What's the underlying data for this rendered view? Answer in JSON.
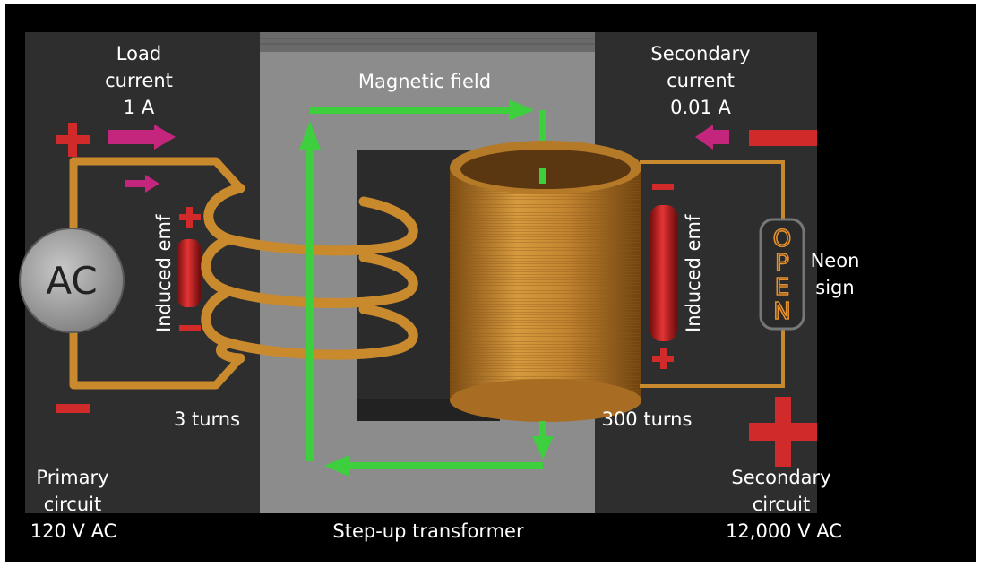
{
  "labels": {
    "load_current": [
      "Load",
      "current",
      "1 A"
    ],
    "secondary_current": [
      "Secondary",
      "current",
      "0.01 A"
    ],
    "magnetic_field": "Magnetic field",
    "ac": "AC",
    "induced_emf_left": "Induced emf",
    "induced_emf_right": "Induced emf",
    "neon_sign": [
      "Neon",
      "sign"
    ],
    "open_sign": [
      "O",
      "P",
      "E",
      "N"
    ],
    "primary_turns": "3 turns",
    "secondary_turns": "300 turns",
    "primary_circuit": [
      "Primary",
      "circuit"
    ],
    "primary_voltage": "120 V AC",
    "secondary_circuit": [
      "Secondary",
      "circuit"
    ],
    "secondary_voltage": "12,000 V AC",
    "transformer": "Step-up transformer"
  },
  "colors": {
    "background": "#000000",
    "panel": "#2e2e2e",
    "core": "#8c8c8c",
    "wire": "#c98a2e",
    "field_arrow": "#3ecf3e",
    "current_arrow": "#c4267e",
    "polarity": "#d12a2a",
    "neon": "#e8902a"
  },
  "polarity_signs": {
    "primary_top": "plus",
    "primary_bottom": "minus",
    "left_emf_top": "plus",
    "left_emf_bottom": "minus",
    "right_emf_top": "minus",
    "right_emf_bottom": "plus",
    "secondary_top": "minus",
    "secondary_bottom": "plus"
  }
}
